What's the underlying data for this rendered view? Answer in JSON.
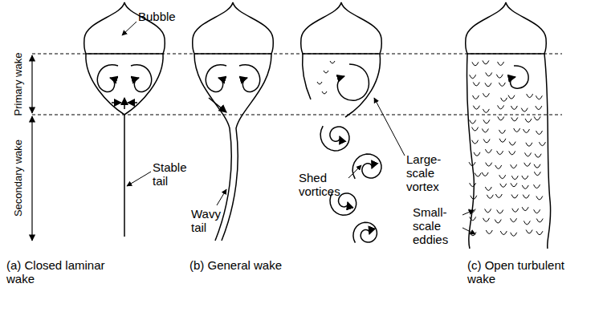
{
  "diagram": {
    "labels": [
      "Primary wake",
      "Secondary wake",
      "Bubble",
      "Stable tail",
      "Wavy tail",
      "Large-scale vortex",
      "Shed vortices",
      "Small-scale eddies",
      "(a) Closed laminar wake",
      "(b) General wake",
      "(c) Open turbulent wake"
    ]
  }
}
